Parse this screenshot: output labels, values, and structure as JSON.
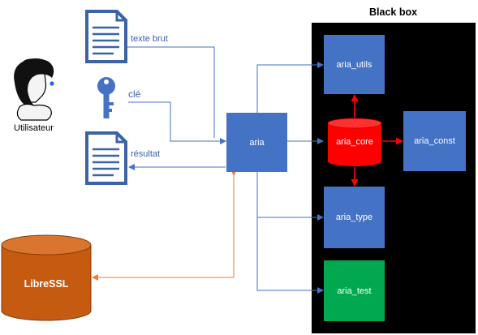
{
  "black_box": {
    "title": "Black box"
  },
  "user": {
    "label": "Utilisateur"
  },
  "inputs": {
    "plaintext_label": "texte brut",
    "key_label": "clé",
    "result_label": "résultat"
  },
  "blocks": {
    "aria": "aria",
    "aria_utils": "aria_utils",
    "aria_core": "aria_core",
    "aria_const": "aria_const",
    "aria_type": "aria_type",
    "aria_test": "aria_test"
  },
  "library": {
    "label": "LibreSSL"
  },
  "colors": {
    "block_blue": "#4472c4",
    "test_green": "#00a84f",
    "core_red": "#ff0000",
    "libressl_orange": "#c55a11",
    "arrow_blue": "#4472c4",
    "arrow_orange": "#ed7d31",
    "black_box_bg": "#000000"
  },
  "icons": [
    "user-avatar-icon",
    "document-icon",
    "key-icon",
    "database-cylinder-icon"
  ]
}
